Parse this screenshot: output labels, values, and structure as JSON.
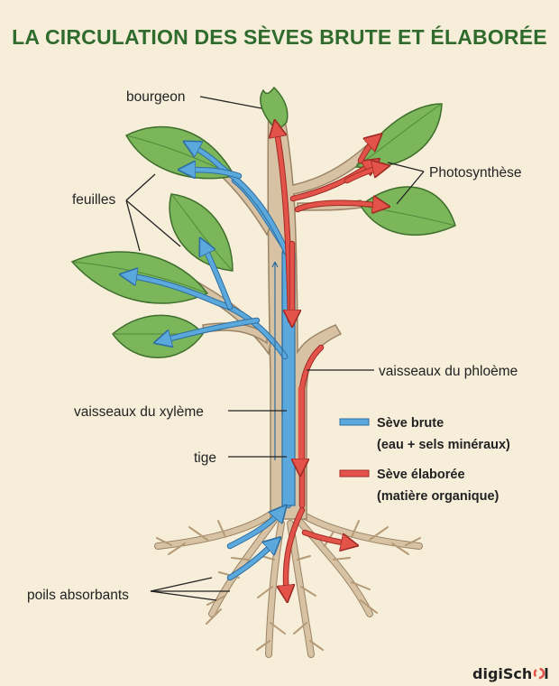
{
  "title": "LA CIRCULATION DES SÈVES BRUTE ET ÉLABORÉE",
  "labels": {
    "bud": "bourgeon",
    "leaves": "feuilles",
    "photosynthesis": "Photosynthèse",
    "phloem": "vaisseaux du phloème",
    "xylem": "vaisseaux du xylème",
    "stem": "tige",
    "root_hairs": "poils absorbants"
  },
  "legend": {
    "raw_sap": {
      "label": "Sève brute",
      "detail": "(eau + sels minéraux)",
      "color": "#5ba8dc"
    },
    "elaborated_sap": {
      "label": "Sève élaborée",
      "detail": "(matière organique)",
      "color": "#e4534a"
    }
  },
  "colors": {
    "background": "#f7eeda",
    "title": "#2f6b2c",
    "leaf": "#7cb65a",
    "leaf_stroke": "#3e6e2c",
    "stem": "#d7c2a4",
    "stem_stroke": "#9b8466"
  },
  "brand": {
    "text_a": "digiSch",
    "text_b": "l"
  }
}
